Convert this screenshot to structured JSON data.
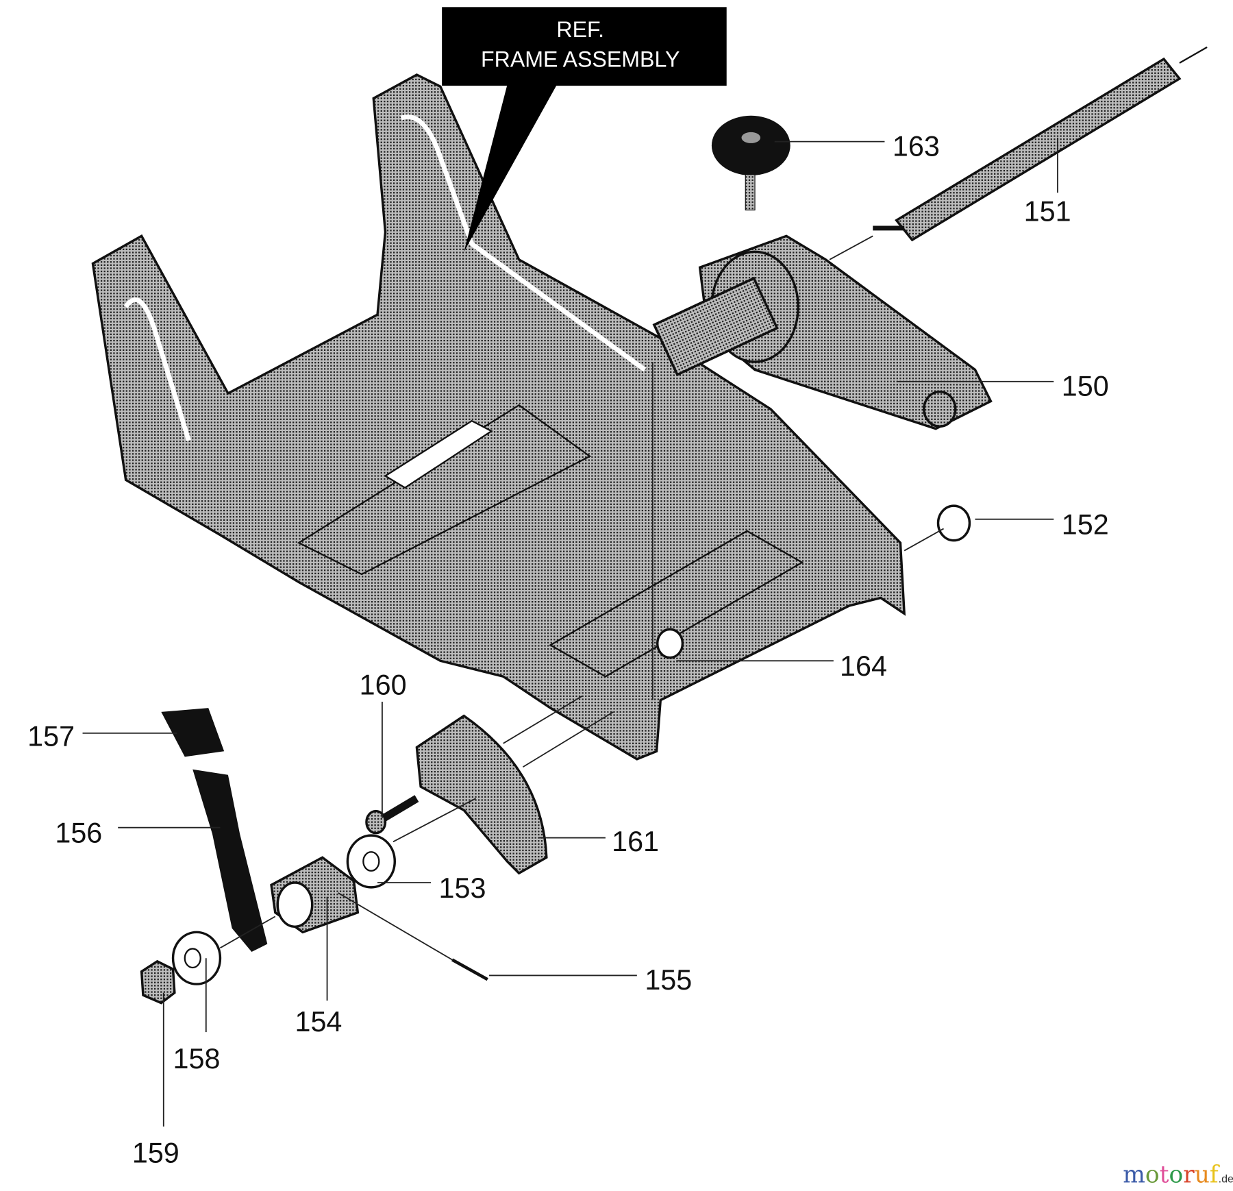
{
  "callout": {
    "line1": "REF.",
    "line2": "FRAME ASSEMBLY"
  },
  "part_labels": {
    "p150": "150",
    "p151": "151",
    "p152": "152",
    "p153": "153",
    "p154": "154",
    "p155": "155",
    "p156": "156",
    "p157": "157",
    "p158": "158",
    "p159": "159",
    "p160": "160",
    "p161": "161",
    "p163": "163",
    "p164": "164"
  },
  "watermark": {
    "brand": "motoruf",
    "suffix": ".de"
  },
  "colors": {
    "callout_bg": "#000000",
    "part_fill": "#8a8a8a",
    "label_text": "#111111"
  }
}
